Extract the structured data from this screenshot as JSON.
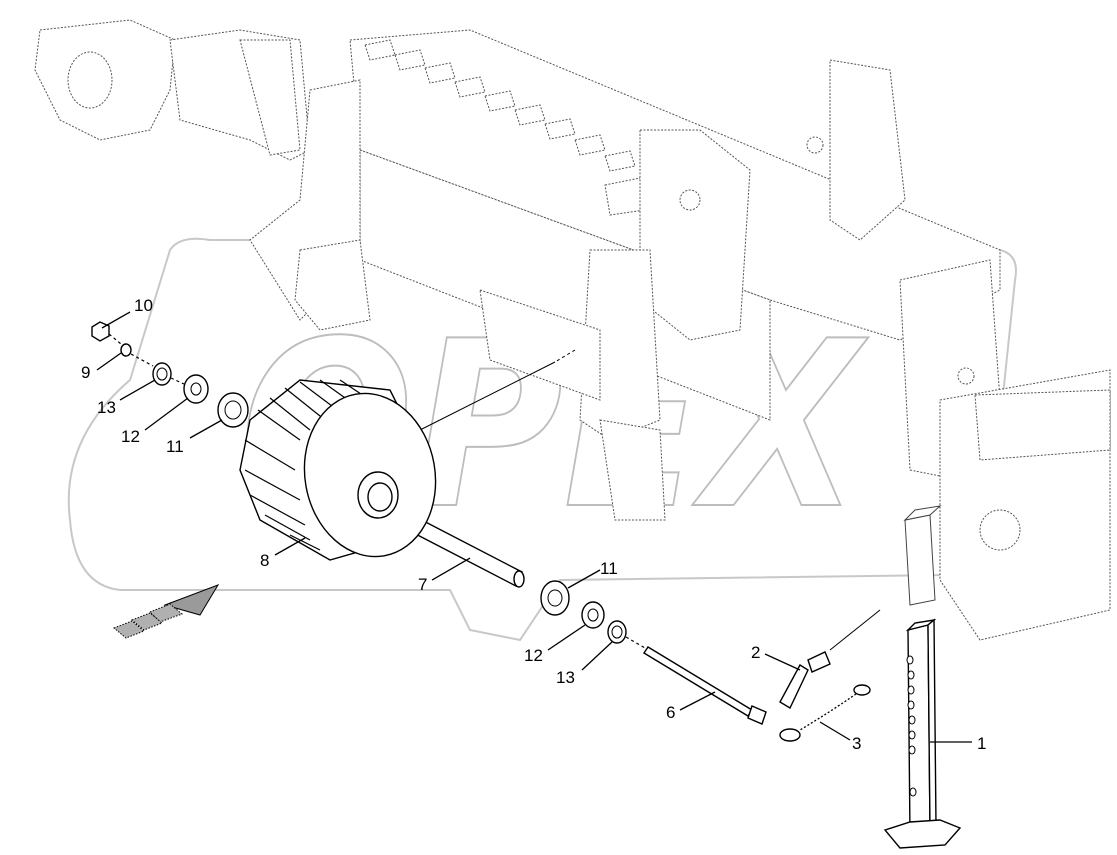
{
  "watermark": {
    "text": "OPEX"
  },
  "callouts": [
    {
      "id": "c10a",
      "label": "10"
    },
    {
      "id": "c9",
      "label": "9"
    },
    {
      "id": "c13a",
      "label": "13"
    },
    {
      "id": "c12a",
      "label": "12"
    },
    {
      "id": "c11a",
      "label": "11"
    },
    {
      "id": "c8",
      "label": "8"
    },
    {
      "id": "c7",
      "label": "7"
    },
    {
      "id": "c11b",
      "label": "11"
    },
    {
      "id": "c12b",
      "label": "12"
    },
    {
      "id": "c13b",
      "label": "13"
    },
    {
      "id": "c6",
      "label": "6"
    },
    {
      "id": "c2",
      "label": "2"
    },
    {
      "id": "c3",
      "label": "3"
    },
    {
      "id": "c1",
      "label": "1"
    }
  ],
  "icons": {
    "direction": "forward-direction-arrow-icon",
    "wheel": "tire-icon",
    "stand": "jack-stand-icon"
  }
}
